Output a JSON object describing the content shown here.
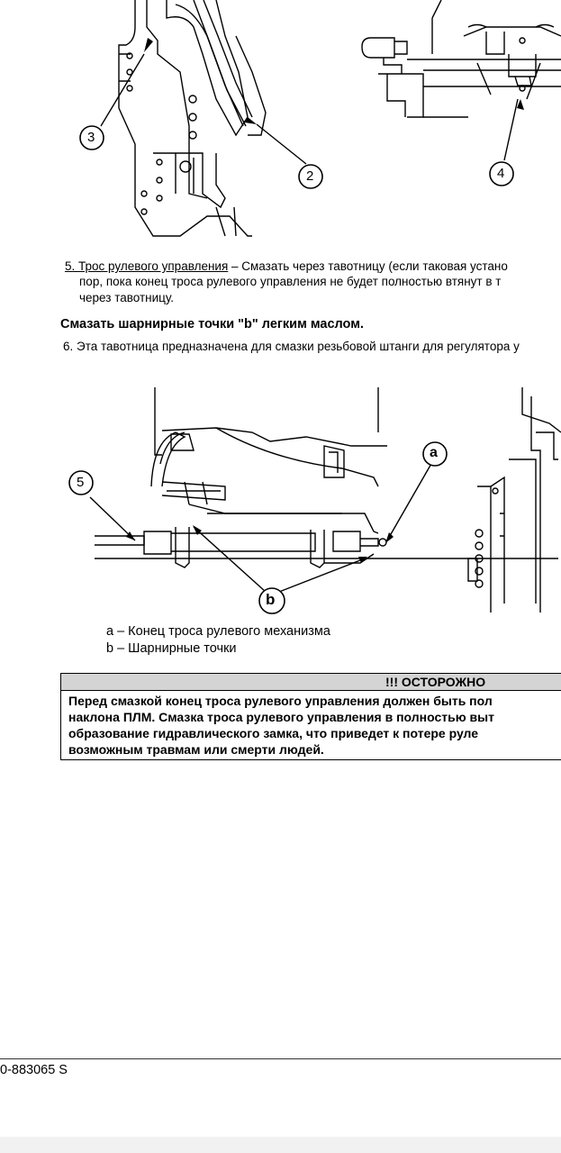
{
  "figure1": {
    "callouts": [
      "3",
      "2",
      "4"
    ]
  },
  "step5": {
    "title": "5. Трос рулевого управления",
    "line1_rest": " – Смазать через тавотницу (если таковая устано",
    "line2": "пор, пока конец троса рулевого управления не будет полностью втянут в т",
    "line3": "через тавотницу."
  },
  "lube_heading": "Смазать шарнирные точки \"b\" легким маслом.",
  "step6": "6. Эта  тавотница предназначена для смазки резьбовой штанги для регулятора у",
  "figure2": {
    "callouts": [
      "5",
      "a",
      "b"
    ]
  },
  "legend": {
    "a": "a – Конец троса рулевого механизма",
    "b": "b – Шарнирные точки"
  },
  "warning": {
    "title": "!!! ОСТОРОЖНО",
    "lines": [
      "Перед смазкой конец троса рулевого управления должен быть пол",
      "наклона ПЛМ. Смазка троса рулевого управления в полностью выт",
      "образование гидравлического замка, что приведет к потере руле",
      "возможным травмам или смерти людей."
    ]
  },
  "footer": {
    "doc_number": "0-883065 S"
  }
}
